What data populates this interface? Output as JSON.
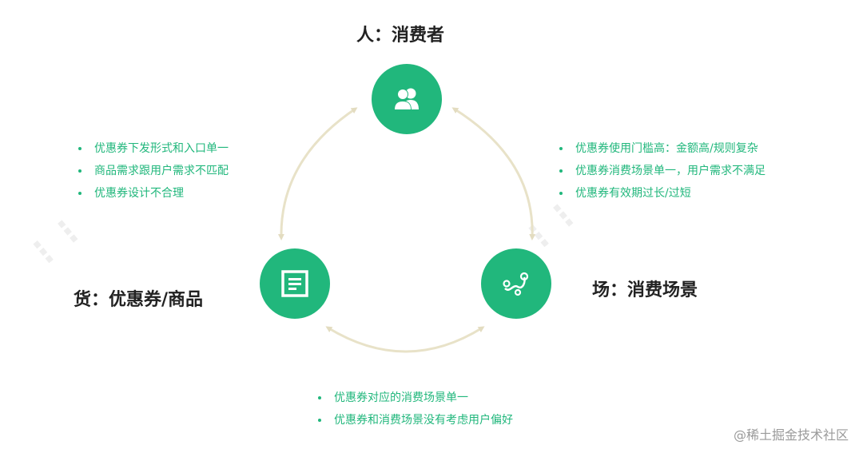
{
  "nodes": {
    "people": {
      "title": "人：消费者",
      "icon": "users-icon",
      "points": []
    },
    "goods": {
      "title": "货：优惠券/商品",
      "icon": "document-icon",
      "points": [
        "优惠券下发形式和入口单一",
        "商品需求跟用户需求不匹配",
        "优惠券设计不合理"
      ]
    },
    "scene": {
      "title": "场：消费场景",
      "icon": "route-icon",
      "points": [
        "优惠券使用门槛高：金额高/规则复杂",
        "优惠券消费场景单一，用户需求不满足",
        "优惠券有效期过长/过短"
      ]
    },
    "bottom": {
      "points": [
        "优惠券对应的消费场景单一",
        "优惠券和消费场景没有考虑用户偏好"
      ]
    }
  },
  "watermark": "@稀土掘金技术社区",
  "colors": {
    "accent": "#21b77c",
    "arc": "#e8e2c8",
    "title": "#222222"
  }
}
